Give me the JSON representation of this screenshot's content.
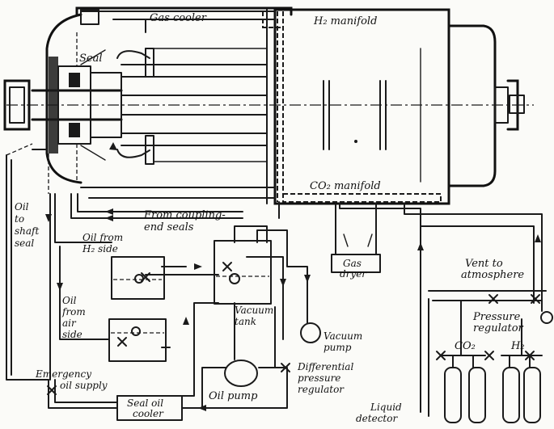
{
  "labels": {
    "gas_cooler": "Gas cooler",
    "h2_manifold": "H₂ manifold",
    "seal": "Seal",
    "co2_manifold": "CO₂ manifold",
    "oil_to_shaft_seal": [
      "Oil",
      "to",
      "shaft",
      "seal"
    ],
    "from_coupling_end_seals": [
      "From coupling-",
      "end seals"
    ],
    "oil_from_h2_side": [
      "Oil from",
      "H₂ side"
    ],
    "gas_dryer": [
      "Gas",
      "dryer"
    ],
    "vent_to_atmosphere": [
      "Vent to",
      "atmosphere"
    ],
    "vacuum_tank": [
      "Vacuum",
      "tank"
    ],
    "oil_from_air_side": [
      "Oil",
      "from",
      "air",
      "side"
    ],
    "pressure_regulator": [
      "Pressure",
      "regulator"
    ],
    "co2": "CO₂",
    "h2": "H₂",
    "vacuum_pump": [
      "Vacuum",
      "pump"
    ],
    "differential_pressure_regulator": [
      "Differential",
      "pressure",
      "regulator"
    ],
    "emergency_oil_supply": [
      "Emergency",
      "oil supply"
    ],
    "oil_pump": "Oil pump",
    "seal_oil_cooler": [
      "Seal oil",
      "cooler"
    ],
    "liquid_detector": [
      "Liquid",
      "detector"
    ]
  }
}
